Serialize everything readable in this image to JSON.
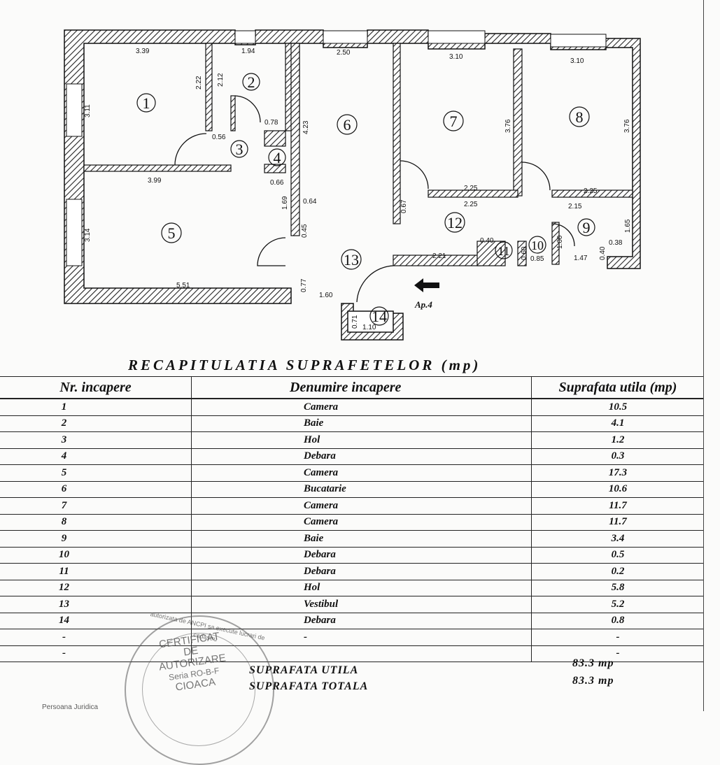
{
  "plan": {
    "dims": [
      "3.39",
      "1.94",
      "2.50",
      "3.10",
      "3.10",
      "2.22",
      "2.12",
      "3.11",
      "0.78",
      "0.56",
      "4.23",
      "3.76",
      "3.76",
      "3.99",
      "0.66",
      "2.25",
      "2.25",
      "2.25",
      "2.15",
      "0.64",
      "1.69",
      "0.67",
      "0.45",
      "3.14",
      "0.40",
      "0.60",
      "0.85",
      "1.00",
      "1.47",
      "0.40",
      "0.38",
      "1.65",
      "2.21",
      "5.51",
      "0.77",
      "1.60",
      "0.71",
      "1.10"
    ],
    "rooms": [
      "1",
      "2",
      "3",
      "4",
      "5",
      "6",
      "7",
      "8",
      "9",
      "10",
      "11",
      "12",
      "13",
      "14"
    ],
    "entrance_label": "Ap.4"
  },
  "recap": {
    "title": "RECAPITULATIA SUPRAFETELOR (mp)",
    "headers": [
      "Nr. incapere",
      "Denumire incapere",
      "Suprafata utila (mp)"
    ],
    "rows": [
      [
        "1",
        "Camera",
        "10.5"
      ],
      [
        "2",
        "Baie",
        "4.1"
      ],
      [
        "3",
        "Hol",
        "1.2"
      ],
      [
        "4",
        "Debara",
        "0.3"
      ],
      [
        "5",
        "Camera",
        "17.3"
      ],
      [
        "6",
        "Bucatarie",
        "10.6"
      ],
      [
        "7",
        "Camera",
        "11.7"
      ],
      [
        "8",
        "Camera",
        "11.7"
      ],
      [
        "9",
        "Baie",
        "3.4"
      ],
      [
        "10",
        "Debara",
        "0.5"
      ],
      [
        "11",
        "Debara",
        "0.2"
      ],
      [
        "12",
        "Hol",
        "5.8"
      ],
      [
        "13",
        "Vestibul",
        "5.2"
      ],
      [
        "14",
        "Debara",
        "0.8"
      ],
      [
        "-",
        "-",
        "-"
      ],
      [
        "-",
        "",
        "-"
      ]
    ],
    "totals": [
      {
        "label": "SUPRAFATA UTILA",
        "value": "83.3 mp"
      },
      {
        "label": "SUPRAFATA TOTALA",
        "value": "83.3 mp"
      }
    ]
  },
  "stamp": {
    "lines": [
      "CERTIFICAT",
      "DE",
      "AUTORIZARE",
      "Seria RO-B-F",
      "CIOACA"
    ],
    "ring_text": "autorizata de ANCPI sa execute lucrari de cadastru",
    "corner_text": "Persoana Juridica"
  }
}
